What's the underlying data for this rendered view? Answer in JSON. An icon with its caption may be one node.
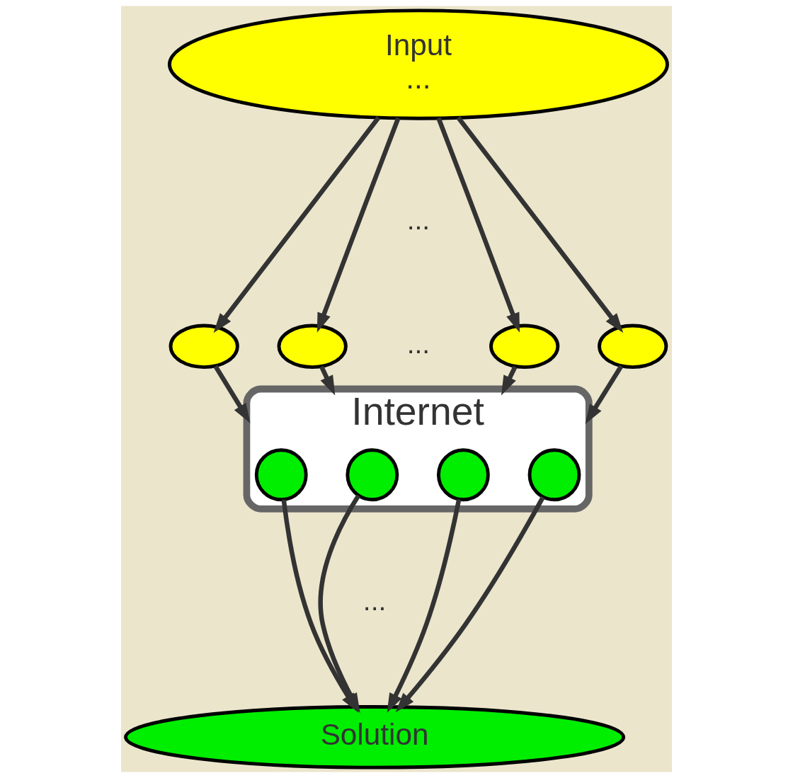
{
  "diagram": {
    "nodes": [
      {
        "text": [
          "Input",
          "..."
        ]
      },
      {
        "text": [],
        "shape": "ellipse"
      },
      {
        "text": [],
        "shape": "ellipse"
      },
      {
        "text": [],
        "shape": "ellipse"
      },
      {
        "text": [],
        "shape": "ellipse"
      },
      {
        "text": [
          "Internet"
        ]
      },
      {
        "text": [],
        "shape": "circle",
        "in": 5
      },
      {
        "text": [],
        "shape": "circle",
        "in": 5
      },
      {
        "text": [],
        "shape": "circle",
        "in": 5
      },
      {
        "text": [],
        "shape": "circle",
        "in": 5
      },
      {
        "text": [
          "Solution"
        ]
      }
    ],
    "edges": [
      {
        "from": 0,
        "to": 1,
        "arrow": "to"
      },
      {
        "from": 0,
        "to": 2,
        "arrow": "to"
      },
      {
        "from": 0,
        "to": 3,
        "arrow": "to"
      },
      {
        "from": 0,
        "to": 4,
        "arrow": "to"
      },
      {
        "from": 1,
        "to": 5,
        "arrow": "to"
      },
      {
        "from": 2,
        "to": 5,
        "arrow": "to"
      },
      {
        "from": 3,
        "to": 5,
        "arrow": "to"
      },
      {
        "from": 4,
        "to": 5,
        "arrow": "to"
      },
      {
        "from": 6,
        "to": 10,
        "arrow": "to"
      },
      {
        "from": 7,
        "to": 10,
        "arrow": "to"
      },
      {
        "from": 8,
        "to": 10,
        "arrow": "to"
      },
      {
        "from": 9,
        "to": 10,
        "arrow": "to"
      }
    ],
    "labels": [
      "...",
      "...",
      "..."
    ]
  }
}
